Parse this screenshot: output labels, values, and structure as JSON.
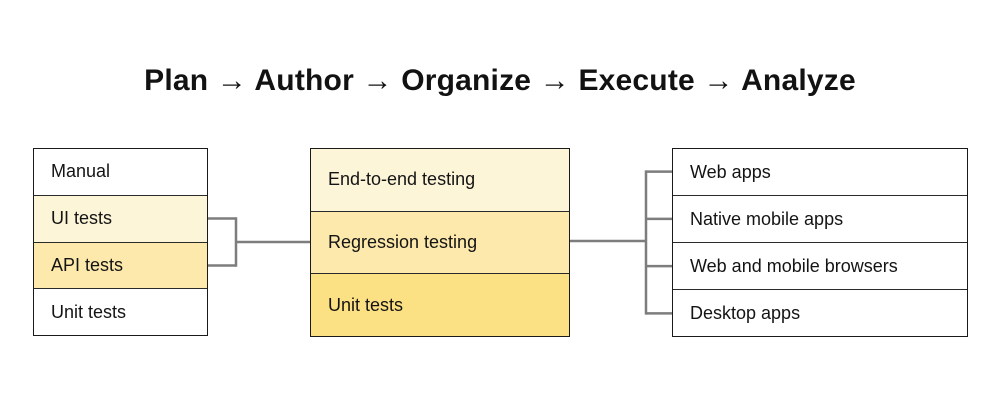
{
  "title": "Plan → Author → Organize → Execute → Analyze",
  "colors": {
    "highlight_light": "#FDF5D8",
    "highlight_medium": "#FCE9AB",
    "highlight_dark": "#FBE183",
    "row_plain": "#FFFFFF",
    "border": "#1A1A1A",
    "connector": "#7D7D7D",
    "text": "#141414"
  },
  "boxes": {
    "left": {
      "rows": [
        {
          "label": "Manual",
          "highlight": "row_plain"
        },
        {
          "label": "UI tests",
          "highlight": "highlight_light"
        },
        {
          "label": "API tests",
          "highlight": "highlight_medium"
        },
        {
          "label": "Unit tests",
          "highlight": "row_plain"
        }
      ]
    },
    "middle": {
      "rows": [
        {
          "label": "End-to-end testing",
          "highlight": "highlight_light"
        },
        {
          "label": "Regression testing",
          "highlight": "highlight_medium"
        },
        {
          "label": "Unit tests",
          "highlight": "highlight_dark"
        }
      ]
    },
    "right": {
      "rows": [
        {
          "label": "Web apps",
          "highlight": "row_plain"
        },
        {
          "label": "Native mobile apps",
          "highlight": "row_plain"
        },
        {
          "label": "Web and mobile browsers",
          "highlight": "row_plain"
        },
        {
          "label": "Desktop apps",
          "highlight": "row_plain"
        }
      ]
    }
  }
}
